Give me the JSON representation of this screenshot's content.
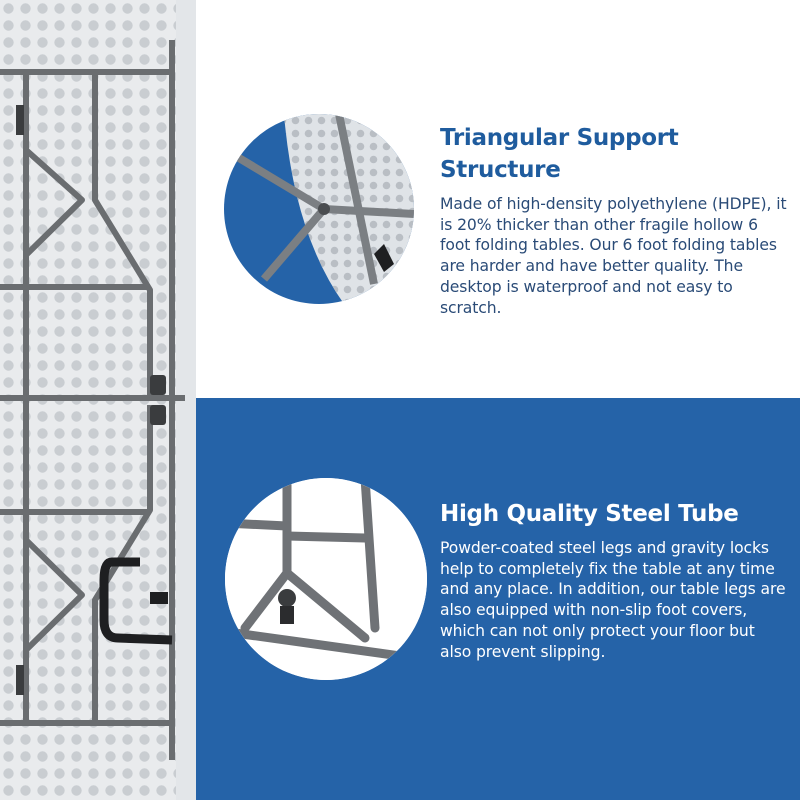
{
  "colors": {
    "brand_blue": "#2563a8",
    "heading_blue": "#1f5c9e",
    "body_text_blue": "#2a4b77",
    "table_top": "#e9ebed",
    "steel_frame": "#6a6d70"
  },
  "features": [
    {
      "title": "Triangular Support Structure",
      "body": "Made of high-density polyethylene (HDPE), it is 20% thicker than other fragile hollow 6 foot folding tables. Our 6 foot folding tables are harder and have better quality. The desktop is waterproof and not easy to scratch."
    },
    {
      "title": "High Quality Steel Tube",
      "body": "Powder-coated steel legs and gravity locks help to completely fix the table at any time and any place. In addition, our table legs are also equipped with non-slip foot covers, which can not only protect your floor but also prevent slipping."
    }
  ],
  "images": {
    "table": "folding-table-underside",
    "detail_top": "triangular-brace-closeup",
    "detail_bottom": "steel-leg-joint-closeup"
  }
}
